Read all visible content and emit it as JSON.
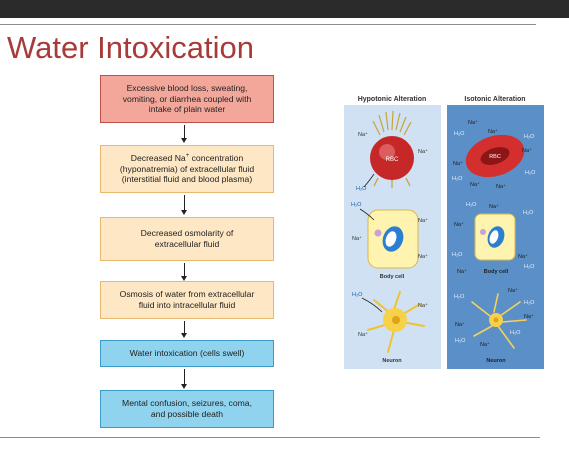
{
  "title": "Water Intoxication",
  "flow": [
    {
      "text": "Excessive blood loss, sweating,\nvomiting, or diarrhea coupled with\nintake of plain water",
      "color": "red"
    },
    {
      "text_pre": "Decreased Na",
      "text_sup": "+",
      "text_post": " concentration\n(hyponatremia) of extracellular fluid\n(interstitial fluid and blood plasma)",
      "color": "yellow"
    },
    {
      "text": "Decreased osmolarity of\nextracellular fluid",
      "color": "yellow"
    },
    {
      "text": "Osmosis of water from extracellular\nfluid into intracellular fluid",
      "color": "yellow"
    },
    {
      "text": "Water intoxication (cells swell)",
      "color": "blue"
    },
    {
      "text": "Mental confusion, seizures, coma,\nand possible death",
      "color": "blue"
    }
  ],
  "figure": {
    "left_header": "Hypotonic Alteration",
    "right_header": "Isotonic Alteration",
    "rbc_label": "RBC",
    "body_cell_label": "Body cell",
    "neuron_label": "Neuron",
    "sodium": "Na⁺",
    "water": "H₂O"
  },
  "colors": {
    "title": "#a83a3a",
    "left_panel": "#cfe1f2",
    "right_panel": "#5b8fc8",
    "box_red": "#f2a79a",
    "box_yellow": "#fde7c4",
    "box_blue": "#8fd3ee"
  }
}
